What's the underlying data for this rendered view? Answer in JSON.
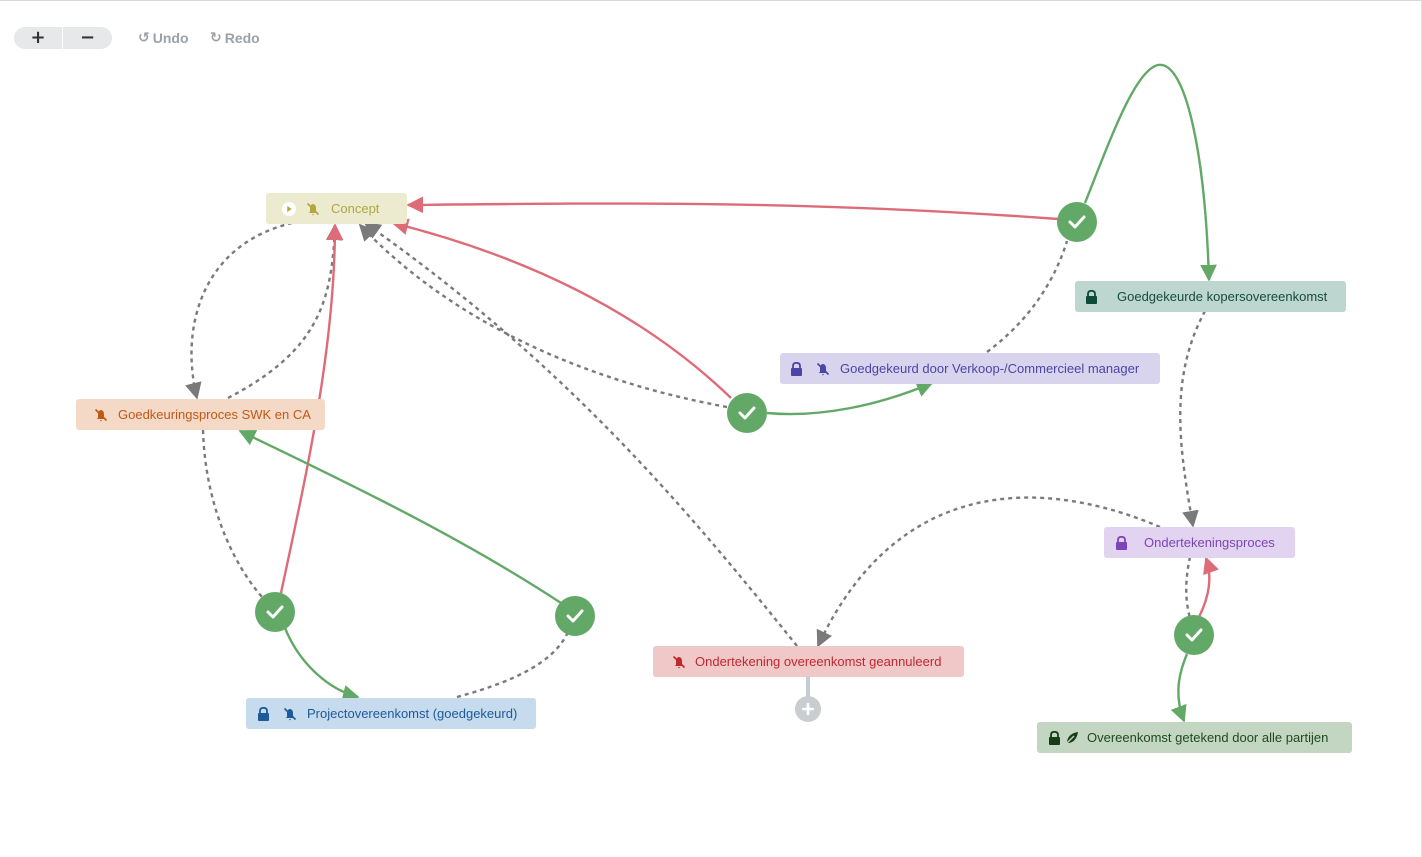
{
  "toolbar": {
    "zoom_in_label": "+",
    "zoom_out_label": "−",
    "undo_label": "Undo",
    "redo_label": "Redo"
  },
  "colors": {
    "success_edge": "#62a866",
    "reject_edge": "#de6c78",
    "neutral_edge": "#7a7a7a",
    "check_circle": "#62a866",
    "add_button": "#c9cdd0"
  },
  "nodes": {
    "concept": {
      "label": "Concept",
      "icons": [
        "play-icon",
        "mute-icon"
      ],
      "background": "#ecebcf",
      "text_color": "#b3a63f"
    },
    "goedkeuringsproces": {
      "label": "Goedkeuringsproces SWK en CA",
      "icons": [
        "mute-icon"
      ],
      "background": "#f3d9c6",
      "text_color": "#c25a16"
    },
    "projectovereenkomst": {
      "label": "Projectovereenkomst (goedgekeurd)",
      "icons": [
        "lock-icon",
        "mute-icon"
      ],
      "background": "#c6dbed",
      "text_color": "#1d5a9a"
    },
    "goedgekeurd_verkoop": {
      "label": "Goedgekeurd door Verkoop-/Commercieel manager",
      "icons": [
        "lock-icon",
        "mute-icon"
      ],
      "background": "#d8d4ee",
      "text_color": "#4b45a8"
    },
    "kopersovereenkomst": {
      "label": "Goedgekeurde kopersovereenkomst",
      "icons": [
        "lock-icon"
      ],
      "background": "#bdd6cf",
      "text_color": "#144d3c"
    },
    "ondertekeningsproces": {
      "label": "Ondertekeningsproces",
      "icons": [
        "lock-icon"
      ],
      "background": "#e2d3f1",
      "text_color": "#7b45b8"
    },
    "geannuleerd": {
      "label": "Ondertekening overeenkomst geannuleerd",
      "icons": [
        "mute-icon"
      ],
      "background": "#f0c8c8",
      "text_color": "#c0282f"
    },
    "getekend": {
      "label": "Overeenkomst getekend door alle partijen",
      "icons": [
        "lock-icon",
        "leaf-icon"
      ],
      "background": "#c3d6c1",
      "text_color": "#1f4a1f"
    }
  },
  "transitions": [
    {
      "name": "check-transition-1",
      "icon": "check-icon"
    },
    {
      "name": "check-transition-2",
      "icon": "check-icon"
    },
    {
      "name": "check-transition-3",
      "icon": "check-icon"
    },
    {
      "name": "check-transition-4",
      "icon": "check-icon"
    },
    {
      "name": "check-transition-5",
      "icon": "check-icon"
    }
  ],
  "add_button_icon": "plus-icon"
}
